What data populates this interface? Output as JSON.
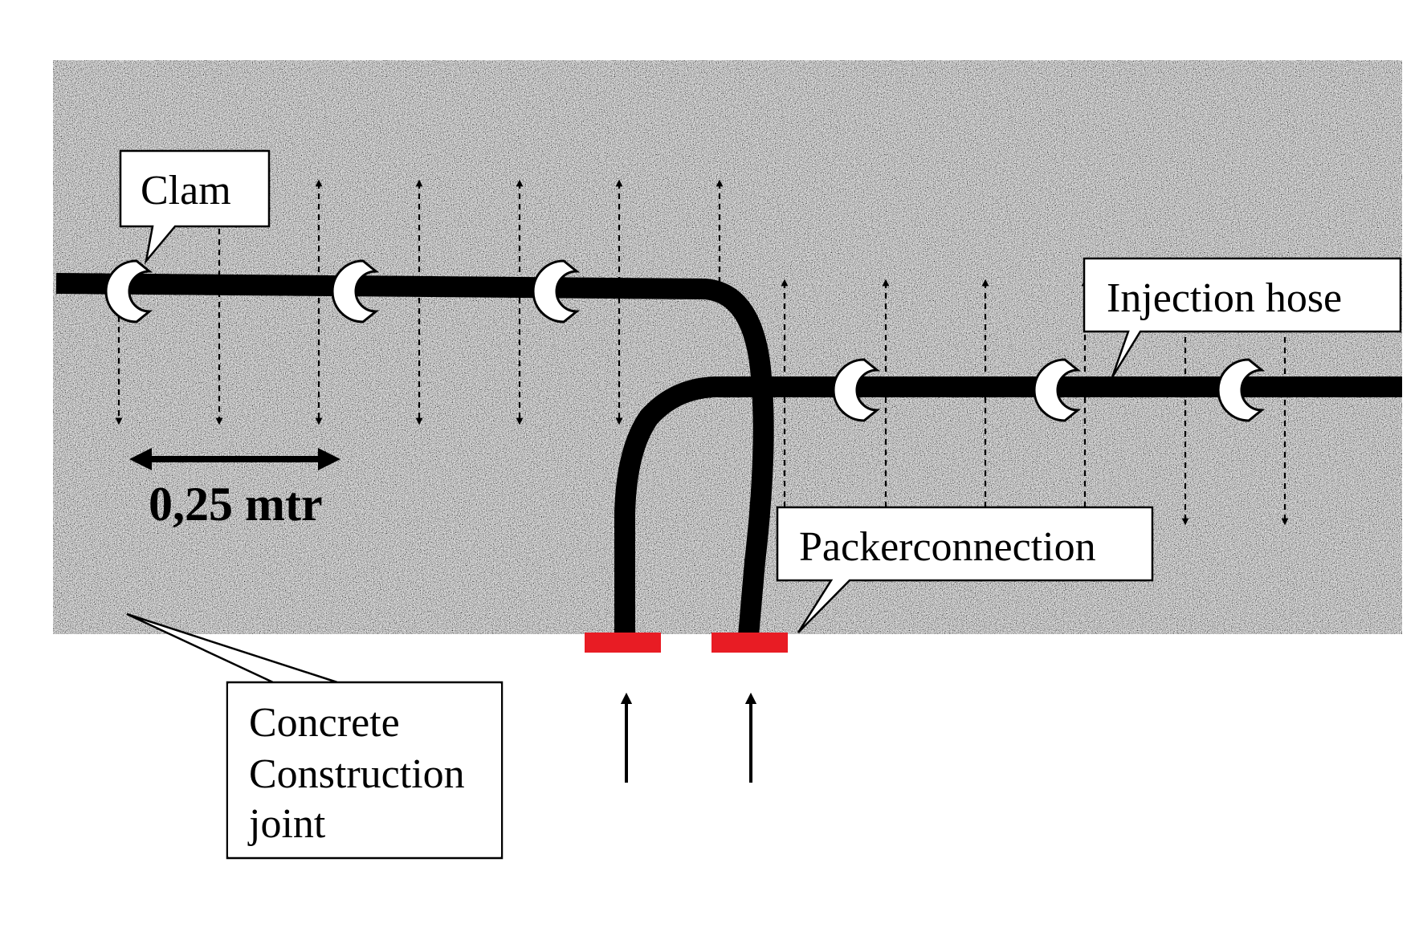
{
  "diagram": {
    "labels": {
      "clam": "Clam",
      "injection_hose": "Injection hose",
      "packerconnection": "Packerconnection",
      "concrete_joint_line1": "Concrete",
      "concrete_joint_line2": "Construction",
      "concrete_joint_line3": "joint",
      "spacing": "0,25 mtr"
    },
    "colors": {
      "hose": "#000000",
      "packer": "#e81c24",
      "callout_fill": "#ffffff",
      "concrete_base": "#9a9a9a"
    }
  }
}
